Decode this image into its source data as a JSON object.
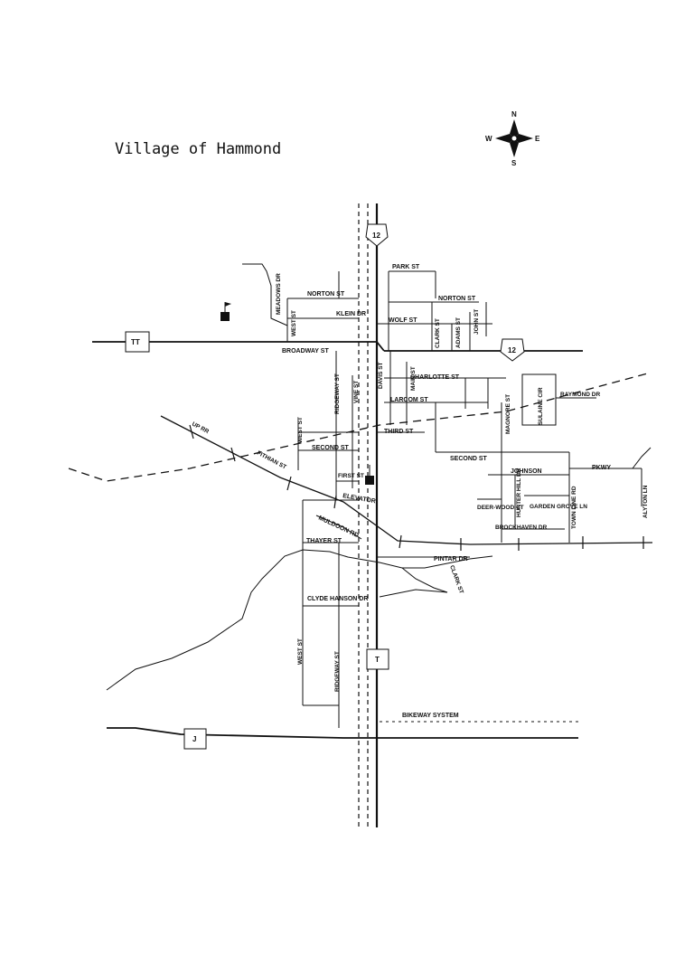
{
  "title": "Village of Hammond",
  "compass": {
    "n": "N",
    "s": "S",
    "e": "E",
    "w": "W"
  },
  "routes": {
    "us12": "12",
    "tt": "TT",
    "t": "T",
    "j": "J"
  },
  "streets": {
    "park_st": "PARK ST",
    "norton_st_w": "NORTON ST",
    "norton_st_e": "NORTON ST",
    "meadows_dr": "MEADOWS DR",
    "west_st_north": "WEST ST",
    "klein_dr": "KLEIN DR",
    "wolf_st": "WOLF ST",
    "clark_st_north": "CLARK ST",
    "adams_st": "ADAMS ST",
    "john_st": "JOHN ST",
    "broadway_st": "BROADWAY ST",
    "ridgeway_st_north": "RIDGEWAY ST",
    "vine_st": "VINE ST",
    "davis_st": "DAVIS ST",
    "main_st": "MAIN ST",
    "charlotte_st": "CHARLOTTE ST",
    "larcom_st": "LARCOM ST",
    "third_st": "THIRD ST",
    "second_st_w": "SECOND ST",
    "second_st_e": "SECOND ST",
    "west_st_mid": "WEST ST",
    "up_rr": "UP RR",
    "fithian_st": "FITHIAN ST",
    "first_st": "FIRST ST",
    "elevator": "ELEVATOR",
    "muldoon_rd": "MULDOON RD",
    "thayer_st": "THAYER ST",
    "pintar_dr": "PINTAR DR",
    "clark_st_south": "CLARK ST",
    "clyde_hanson_dr": "CLYDE HANSON DR",
    "west_st_south": "WEST ST",
    "ridgeway_st_south": "RIDGEWAY ST",
    "bikeway_system": "BIKEWAY SYSTEM",
    "magnore_st": "MAGNORE ST",
    "sulaine_cir": "SULAINE CIR",
    "raymond_dr": "RAYMOND DR",
    "johnson": "JOHNSON",
    "hunter_hill_dr": "HUNTER HILL DR",
    "deerwood_ct": "DEER-WOOD CT",
    "garden_grove_ln": "GARDEN GROVE LN",
    "brockhaven_dr": "BROCKHAVEN DR",
    "town_line_rd": "TOWN LINE RD",
    "pkwy": "PKWY",
    "alyton_ln": "ALYTON LN"
  }
}
